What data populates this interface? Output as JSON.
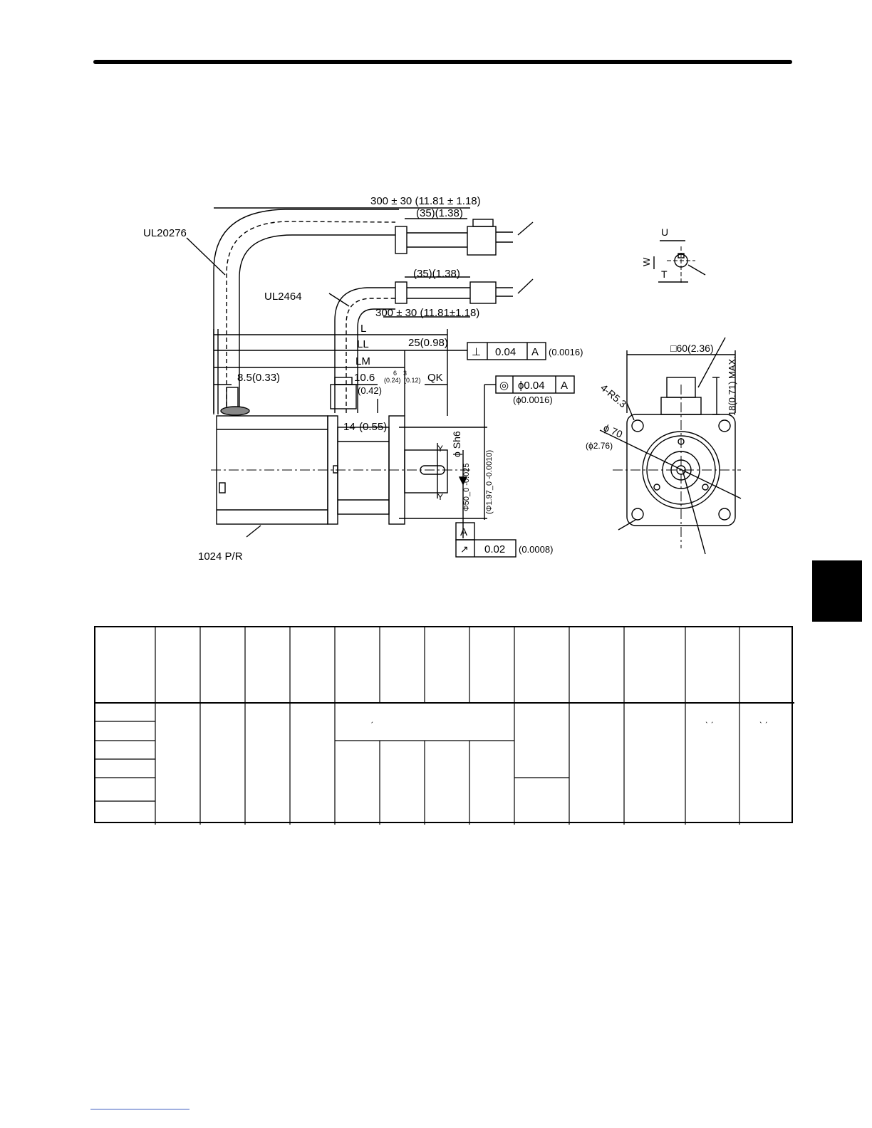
{
  "page": {
    "header_rule": "page-header-rule",
    "section_tab": "chapter-tab"
  },
  "drawing": {
    "cable_main_length": "300 ± 30 (11.81 ± 1.18)",
    "lead_length_top": "(35)(1.38)",
    "cable_main_type": "UL20276",
    "cable_encoder_type": "UL2464",
    "lead_length_mid": "(35)(1.38)",
    "cable_encoder_length": "300 ± 30 (11.81±1.18)",
    "dim_L": "L",
    "dim_LL": "LL",
    "dim_LM": "LM",
    "dim_25": "25(0.98)",
    "dim_8_5": "8.5(0.33)",
    "dim_10_6": "10.6",
    "dim_0_42": "(0.42)",
    "dim_6": "6",
    "dim_0_24": "(0.24)",
    "dim_3": "3",
    "dim_0_12": "(0.12)",
    "dim_QK": "QK",
    "dim_14": "14",
    "dim_0_55": "(0.55)",
    "perp_symbol": "⊥",
    "perp_value": "0.04",
    "perp_datum": "A",
    "perp_inch": "(0.0016)",
    "conc_symbol": "◎",
    "conc_value": "ϕ0.04",
    "conc_datum": "A",
    "conc_inch": "(ϕ0.0016)",
    "shaft_dia": "ϕ Sh6",
    "pilot_dia": "Φ50_0 -0.025",
    "pilot_dia_inch": "(Φ1.97_0 -0.0010)",
    "datum_A": "A",
    "runout_value": "0.02",
    "runout_inch": "(0.0008)",
    "encoder_label": "1024 P/R",
    "key_U": "U",
    "key_W": "W",
    "key_T": "T",
    "flange_square": "□60(2.36)",
    "height_max": "18(0.71) MAX.",
    "holes": "4-R5.3",
    "pcd": "ϕ 70",
    "pcd_inch": "(ϕ2.76)",
    "section_mark": "Y"
  },
  "table": {
    "tick_marks": [
      "ˏ",
      "ˎ ˏ",
      "ˎ ˏ"
    ]
  }
}
